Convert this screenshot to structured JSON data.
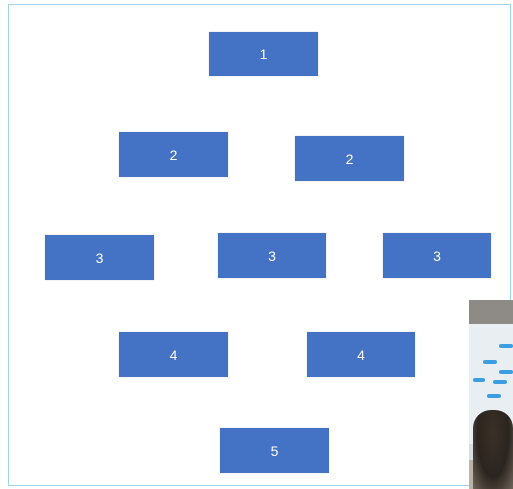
{
  "diagram": {
    "boxes": [
      {
        "id": "box-1",
        "label": "1"
      },
      {
        "id": "box-2a",
        "label": "2"
      },
      {
        "id": "box-2b",
        "label": "2"
      },
      {
        "id": "box-3a",
        "label": "3"
      },
      {
        "id": "box-3b",
        "label": "3"
      },
      {
        "id": "box-3c",
        "label": "3"
      },
      {
        "id": "box-4a",
        "label": "4"
      },
      {
        "id": "box-4b",
        "label": "4"
      },
      {
        "id": "box-5",
        "label": "5"
      }
    ]
  },
  "colors": {
    "box_fill": "#4472c4",
    "box_text": "#ffffff",
    "slide_border": "#9fd3e6",
    "background": "#ffffff"
  },
  "webcam": {
    "icon": "webcam-video-icon"
  }
}
